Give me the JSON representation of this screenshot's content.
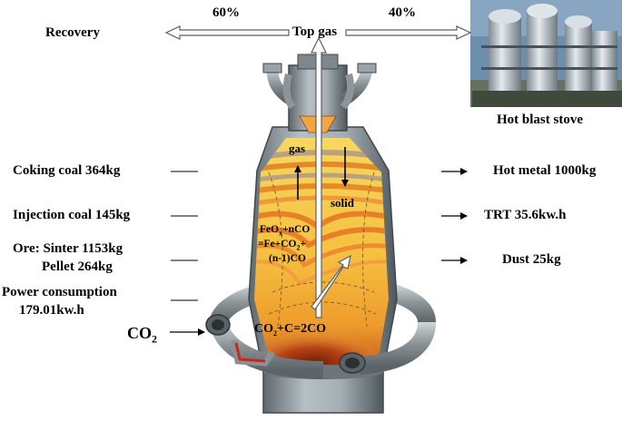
{
  "top": {
    "top_gas": "Top gas",
    "share_left": "60%",
    "share_right": "40%",
    "recovery": "Recovery",
    "stove_caption": "Hot blast stove"
  },
  "inputs": {
    "coking_coal": "Coking coal 364kg",
    "injection_coal": "Injection coal 145kg",
    "ore_sinter": "Ore: Sinter 1153kg",
    "ore_pellet": "Pellet 264kg",
    "power_line1": "Power consumption",
    "power_line2": "179.01kw.h",
    "co2_main": "CO",
    "co2_sub": "2"
  },
  "outputs": {
    "hot_metal": "Hot metal 1000kg",
    "trt": "TRT 35.6kw.h",
    "dust": "Dust 25kg"
  },
  "furnace": {
    "gas": "gas",
    "solid": "solid",
    "eq1_a": "FeO",
    "eq1_x": "x",
    "eq1_b": "+nCO",
    "eq2_a": "=Fe+CO",
    "eq2_sub": "2",
    "eq2_b": "+",
    "eq3": "(n-1)CO",
    "eq4_a": "CO",
    "eq4_sub": "2",
    "eq4_b": "+C=2CO"
  },
  "colors": {
    "charge_orange": "#f0a030",
    "charge_yellow": "#f6cc48",
    "shell_gray": "#8a9498",
    "hearth_red": "#b83818"
  }
}
